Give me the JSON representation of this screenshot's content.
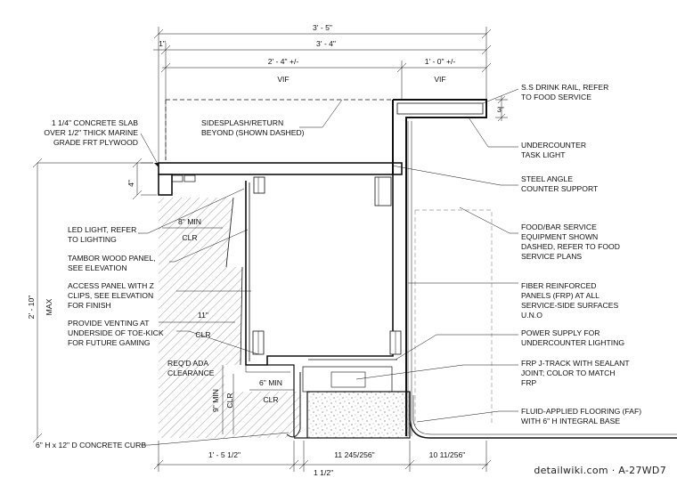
{
  "dimensions": {
    "overall": "3' - 5\"",
    "inner": "3' - 4\"",
    "left_offset": "1\"",
    "counter_left": "2' - 4\" +/-",
    "counter_right": "1' - 0\" +/-",
    "vif_left": "VIF",
    "vif_right": "VIF",
    "rail_height": "3\"",
    "slab_height": "4\"",
    "overall_height": "2' - 10\"",
    "max_label": "MAX",
    "clear_8": "8\" MIN",
    "clr_1": "CLR",
    "clear_11": "11\"",
    "clr_2": "CLR",
    "clear_6": "6\" MIN",
    "clr_3": "CLR",
    "clear_9": "9\" MIN",
    "clr_4": "CLR",
    "bottom_left": "1' - 5 1/2\"",
    "bottom_mid": "11 245/256\"",
    "bottom_right": "10 11/256\"",
    "bottom_small": "1 1/2\""
  },
  "annotations": {
    "slab_line1": "1 1/4\" CONCRETE SLAB",
    "slab_line2": "OVER 1/2\" THICK MARINE",
    "slab_line3": "GRADE FRT PLYWOOD",
    "splash_line1": "SIDESPLASH/RETURN",
    "splash_line2": "BEYOND (SHOWN DASHED)",
    "led_line1": "LED LIGHT, REFER",
    "led_line2": "TO LIGHTING",
    "tambor_line1": "TAMBOR WOOD PANEL,",
    "tambor_line2": "SEE ELEVATION",
    "access_line1": "ACCESS PANEL WITH Z",
    "access_line2": "CLIPS, SEE ELEVATION",
    "access_line3": "FOR FINISH",
    "vent_line1": "PROVIDE  VENTING AT",
    "vent_line2": "UNDERSIDE OF TOE-KICK",
    "vent_line3": "FOR FUTURE GAMING",
    "ada_line1": "REQ'D ADA",
    "ada_line2": "CLEARANCE",
    "curb": "6\" H x 12\" D CONCRETE CURB",
    "rail_line1": "S.S DRINK RAIL, REFER",
    "rail_line2": "TO FOOD SERVICE",
    "task_line1": "UNDERCOUNTER",
    "task_line2": "TASK LIGHT",
    "angle_line1": "STEEL ANGLE",
    "angle_line2": "COUNTER SUPPORT",
    "equip_line1": "FOOD/BAR SERVICE",
    "equip_line2": "EQUIPMENT SHOWN",
    "equip_line3": "DASHED, REFER TO FOOD",
    "equip_line4": "SERVICE PLANS",
    "frp_line1": "FIBER REINFORCED",
    "frp_line2": "PANELS (FRP) AT ALL",
    "frp_line3": "SERVICE-SIDE SURFACES",
    "frp_line4": "U.N.O",
    "power_line1": "POWER SUPPLY FOR",
    "power_line2": "UNDERCOUNTER LIGHTING",
    "jtrack_line1": "FRP J-TRACK WITH SEALANT",
    "jtrack_line2": "JOINT; COLOR TO MATCH",
    "jtrack_line3": "FRP",
    "floor_line1": "FLUID-APPLIED FLOORING (FAF)",
    "floor_line2": "WITH 6\" H INTEGRAL BASE"
  },
  "watermark": "detailwiki.com · A-27WD7"
}
